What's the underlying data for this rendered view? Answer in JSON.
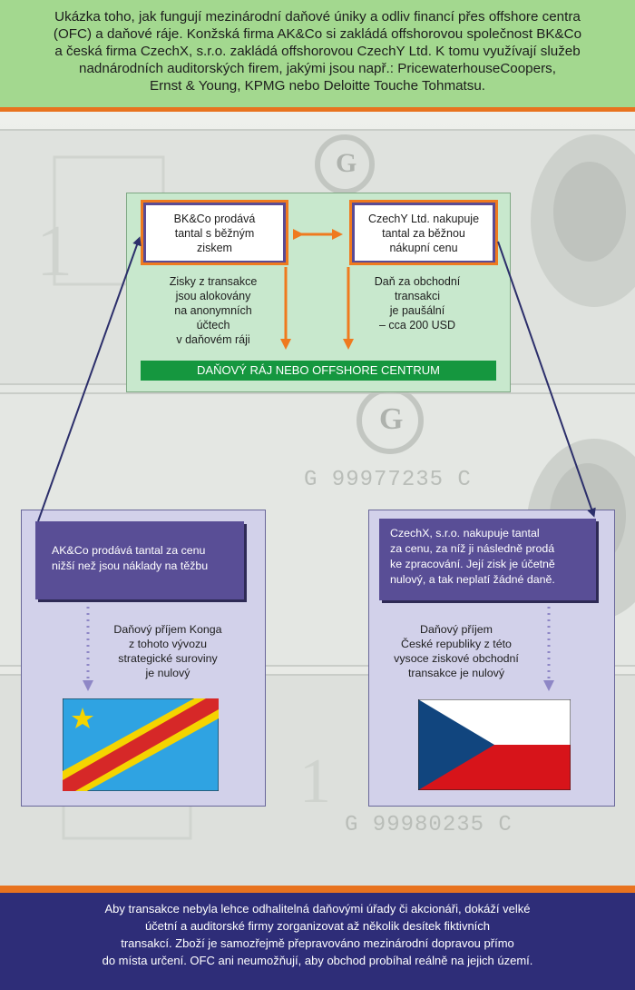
{
  "header": {
    "text": "Ukázka toho, jak fungují mezinárodní daňové úniky a odliv financí přes offshore centra\n(OFC) a daňové ráje. Konžská firma AK&Co si zakládá offshorovou společnost BK&Co\na česká firma CzechX, s.r.o. zakládá offshorovou CzechY Ltd. K tomu využívají služeb\nnadnárodních auditorských firem, jakými jsou např.: PricewaterhouseCoopers,\nErnst & Young, KPMG nebo Deloitte Touche Tohmatsu."
  },
  "center": {
    "bk_box": "BK&Co prodává\ntantal s běžným\nziskem",
    "cy_box": "CzechY Ltd. nakupuje\ntantal za běžnou\nnákupní cenu",
    "left_note": "Zisky z transakce\njsou alokovány\nna anonymních\núčtech\nv daňovém ráji",
    "right_note": "Daň za obchodní\ntransakci\nje paušální\n– cca 200 USD",
    "bar_label": "DAŇOVÝ RÁJ NEBO OFFSHORE CENTRUM"
  },
  "left_panel": {
    "box_text": "AK&Co prodává tantal za cenu\nnižší než jsou náklady na těžbu",
    "note": "Daňový příjem Konga\nz tohoto vývozu\nstrategické suroviny\nje nulový",
    "flag": "congo-flag"
  },
  "right_panel": {
    "box_text": "CzechX, s.r.o. nakupuje tantal\nza cenu, za níž ji následně prodá\nke zpracování.  Její zisk je účetně\nnulový, a tak neplatí žádné daně.",
    "note": "Daňový příjem\nČeské republiky z této\nvysoce ziskové obchodní\ntransakce je nulový",
    "flag": "czech-flag"
  },
  "footer": {
    "text": "Aby transakce nebyla lehce odhalitelná daňovými úřady či akcionáři, dokáží velké\núčetní a auditorské firmy zorganizovat až několik desítek fiktivních\ntransakcí. Zboží je samozřejmě přepravováno mezinárodní dopravou přímo\ndo místa určení. OFC ani neumožňují, aby obchod probíhal reálně na jejich území."
  },
  "background": {
    "banknote_serial_1": "G 99977235 C",
    "banknote_serial_2": "G 99980235 C",
    "seal_letter": "G"
  },
  "colors": {
    "header_bg": "#a3d88f",
    "orange_accent": "#e8731f",
    "center_panel": "#c8e8cd",
    "offshore_green": "#15973f",
    "purple_box": "#594e96",
    "side_panel": "#d2d1ea",
    "footer_bg": "#2e2d78",
    "arrow_navy": "#2c2f6b"
  }
}
